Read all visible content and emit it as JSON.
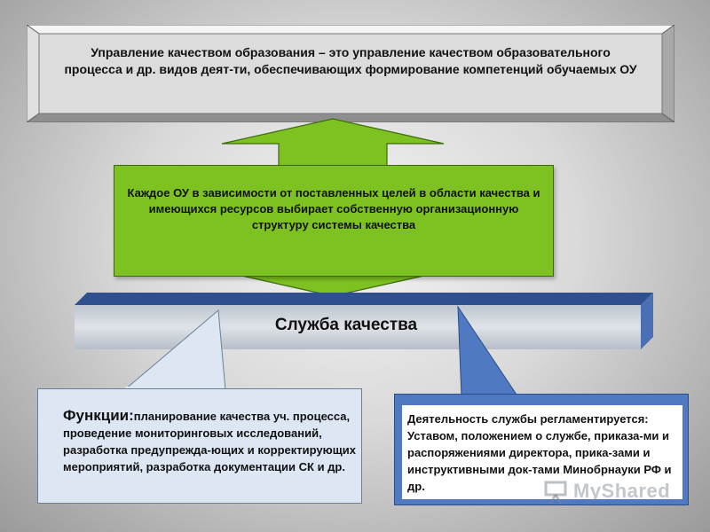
{
  "top_box": {
    "text": "Управление качеством образования – это управление качеством образовательного процесса и др. видов деят-ти, обеспечивающих формирование компетенций обучаемых ОУ"
  },
  "green_box": {
    "text": "Каждое  ОУ в зависимости от поставленных целей в области качества  и имеющихся ресурсов выбирает собственную организационную структуру системы качества"
  },
  "bar": {
    "label": "Служба качества"
  },
  "functions_box": {
    "heading": "Функции:",
    "text": "планирование качества уч. процесса, проведение мониторинговых исследований, разработка предупрежда-ющих и корректирующих мероприятий, разработка документации СК и др."
  },
  "regulation_box": {
    "text": "Деятельность службы регламентируется: Уставом, положением о службе, приказа-ми и распоряжениями директора, прика-зами и инструктивными док-тами Минобрнауки РФ и др."
  },
  "watermark": {
    "text": "MyShared"
  },
  "colors": {
    "green": "#7dc221",
    "bar_blue": "#2f4f8f",
    "callout_fill": "#dde7f4",
    "regulation_border": "#4f79c0"
  },
  "icons": {
    "watermark_logo": "presentation-screen-icon"
  }
}
